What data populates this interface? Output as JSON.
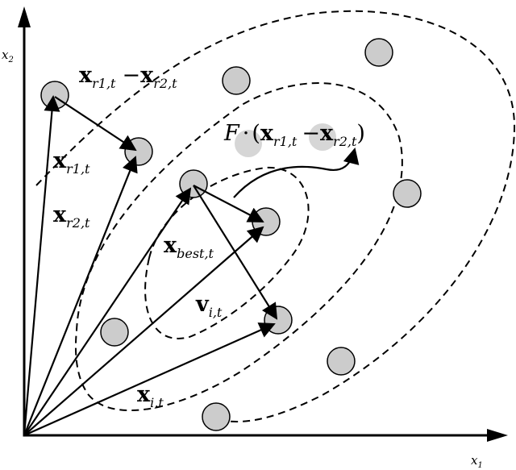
{
  "axes": {
    "x_label": "x",
    "x_sub": "1",
    "y_label": "x",
    "y_sub": "2"
  },
  "labels": {
    "diff": {
      "main": "x",
      "sub1": "r1,t",
      "minus": "−",
      "main2": "x",
      "sub2": "r2,t"
    },
    "scaled": {
      "factor": "F",
      "dot": "·",
      "open": "(",
      "main": "x",
      "sub1": "r1,t",
      "minus": "−",
      "main2": "x",
      "sub2": "r2,t",
      "close": ")"
    },
    "xr1": {
      "main": "x",
      "sub": "r1,t"
    },
    "xr2": {
      "main": "x",
      "sub": "r2,t"
    },
    "xbest": {
      "main": "x",
      "sub": "best,t"
    },
    "vi": {
      "main": "v",
      "sub": "i,t"
    },
    "xi": {
      "main": "x",
      "sub": "i,t"
    }
  },
  "colors": {
    "stroke": "#000000",
    "point_fill": "#cccccc",
    "ghost_fill": "#d6d6d6"
  }
}
